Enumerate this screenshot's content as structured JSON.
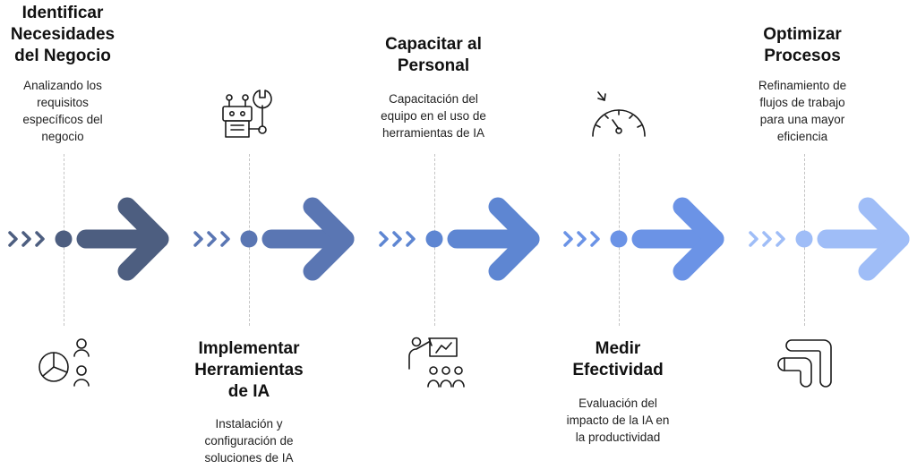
{
  "steps": [
    {
      "title_lines": [
        "Identificar",
        "Necesidades",
        "del Negocio"
      ],
      "desc_lines": [
        "Analizando los",
        "requisitos",
        "específicos del",
        "negocio"
      ],
      "color": "#4d5e80",
      "icon": "pie-chart-people-icon"
    },
    {
      "title_lines": [
        "Implementar",
        "Herramientas",
        "de IA"
      ],
      "desc_lines": [
        "Instalación y",
        "configuración de",
        "soluciones de IA"
      ],
      "color": "#5a76b3",
      "icon": "robot-wrench-icon"
    },
    {
      "title_lines": [
        "Capacitar al",
        "Personal"
      ],
      "desc_lines": [
        "Capacitación del",
        "equipo en el uso de",
        "herramientas de IA"
      ],
      "color": "#5e86d2",
      "icon": "presentation-audience-icon"
    },
    {
      "title_lines": [
        "Medir",
        "Efectividad"
      ],
      "desc_lines": [
        "Evaluación del",
        "impacto de la IA en",
        "la productividad"
      ],
      "color": "#6b93e6",
      "icon": "gauge-icon"
    },
    {
      "title_lines": [
        "Optimizar",
        "Procesos"
      ],
      "desc_lines": [
        "Refinamiento de",
        "flujos de trabajo",
        "para una mayor",
        "eficiencia"
      ],
      "color": "#9fbdf7",
      "icon": "process-path-icon"
    }
  ]
}
